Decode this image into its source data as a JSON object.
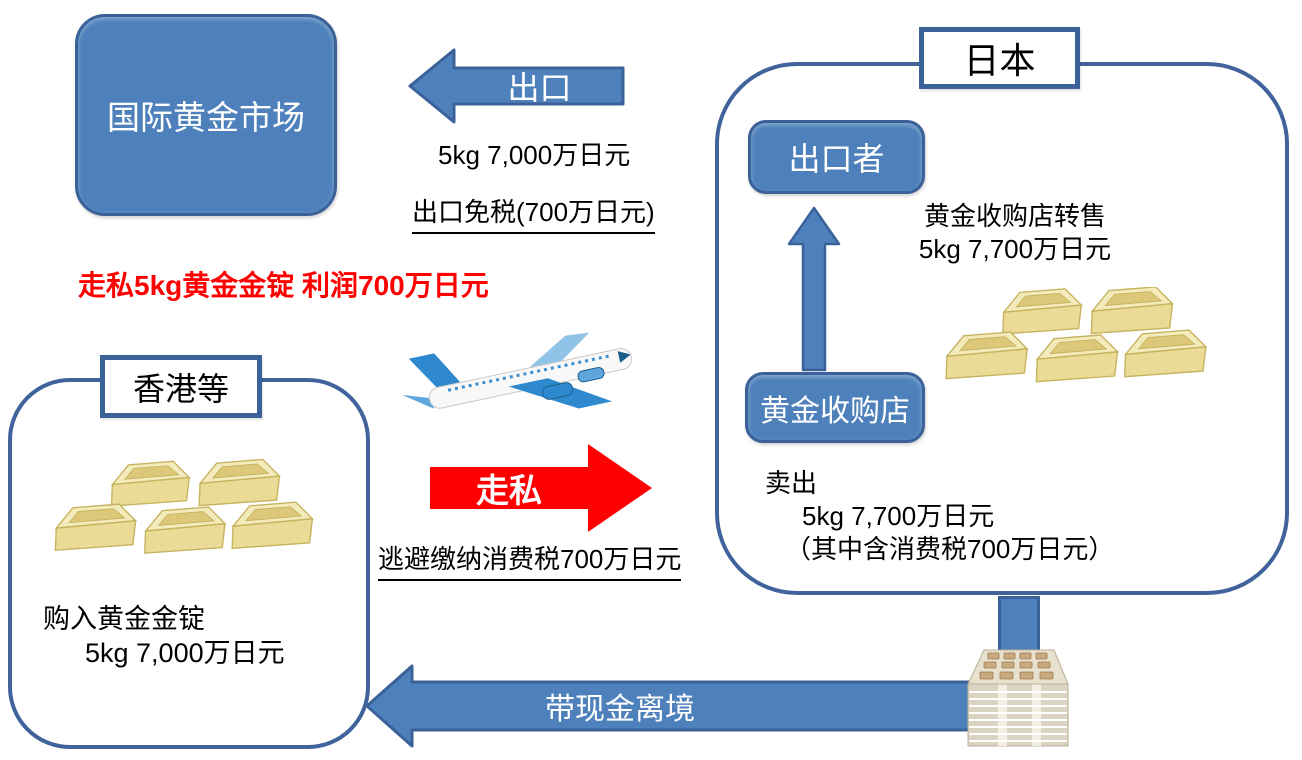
{
  "nodes": {
    "international_market": "国际黄金市场",
    "japan_label": "日本",
    "hong_kong_label": "香港等",
    "exporter": "出口者",
    "gold_shop": "黄金收购店"
  },
  "arrows": {
    "export": "出口",
    "smuggle": "走私",
    "cash_out": "带现金离境"
  },
  "annotations": {
    "export_price": "5kg 7,000万日元",
    "export_tax_free": "出口免税(700万日元)",
    "smuggle_profit": "走私5kg黄金金锭 利润700万日元",
    "tax_evasion": "逃避缴纳消费税700万日元",
    "hk_purchase_line1": "购入黄金金锭",
    "hk_purchase_line2": "5kg 7,000万日元",
    "japan_resale_line1": "黄金收购店转售",
    "japan_resale_line2": "5kg 7,700万日元",
    "japan_sell_line1": "卖出",
    "japan_sell_line2": "5kg 7,700万日元",
    "japan_sell_line3": "（其中含消费税700万日元）"
  },
  "icons": {
    "airplane": "airplane-icon",
    "gold_bars_hong_kong": "gold-bars-icon",
    "gold_bars_japan": "gold-bars-icon",
    "cash_stack": "cash-stack-icon"
  },
  "colors": {
    "shape_blue": "#4e81bb",
    "shape_border": "#3a6299",
    "container_border": "#41639c",
    "alert_red": "#ff0000",
    "text_black": "#000000",
    "gold": "#eadb96",
    "cash_beige": "#dbd4c2"
  }
}
